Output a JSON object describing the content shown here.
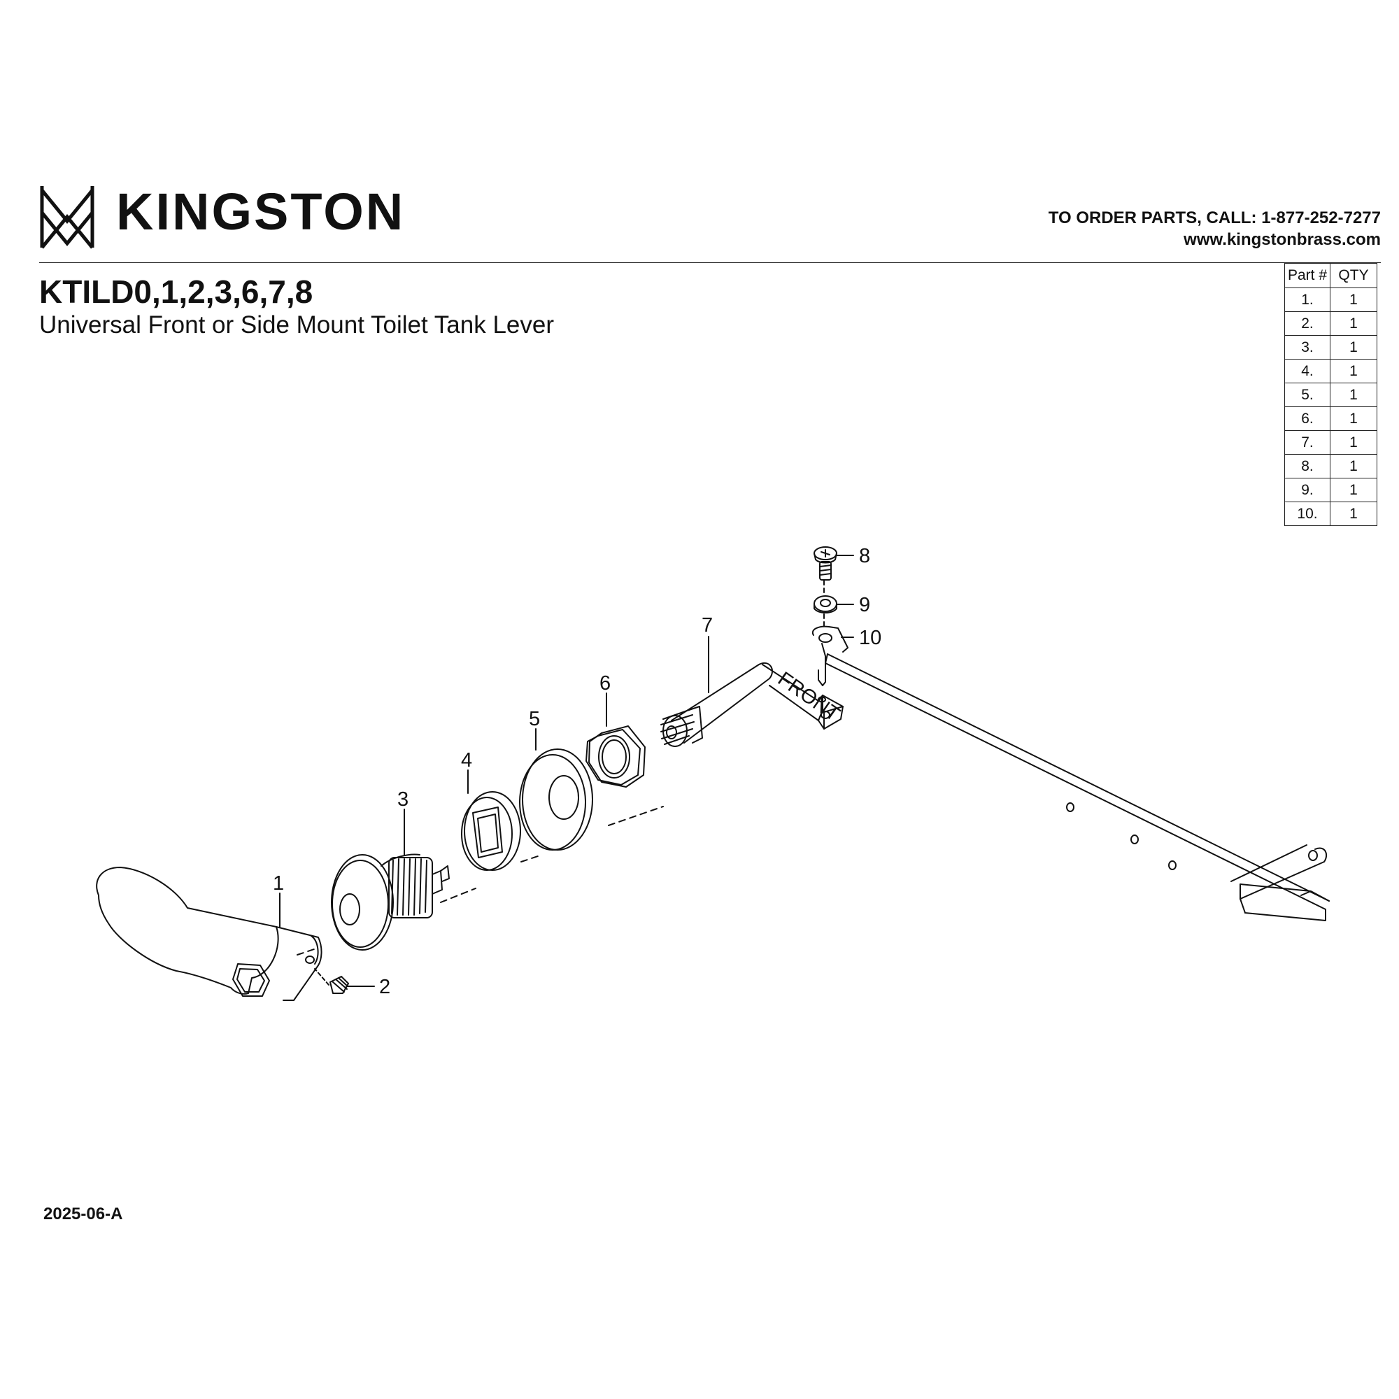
{
  "brand": {
    "name": "KINGSTON"
  },
  "contact": {
    "order_line": "TO ORDER PARTS, CALL: 1-877-252-7277",
    "website": "www.kingstonbrass.com"
  },
  "product": {
    "model": "KTILD0,1,2,3,6,7,8",
    "description": "Universal Front or Side Mount Toilet Tank Lever"
  },
  "parts_table": {
    "headers": [
      "Part #",
      "QTY"
    ],
    "rows": [
      {
        "part": "1.",
        "qty": "1"
      },
      {
        "part": "2.",
        "qty": "1"
      },
      {
        "part": "3.",
        "qty": "1"
      },
      {
        "part": "4.",
        "qty": "1"
      },
      {
        "part": "5.",
        "qty": "1"
      },
      {
        "part": "6.",
        "qty": "1"
      },
      {
        "part": "7.",
        "qty": "1"
      },
      {
        "part": "8.",
        "qty": "1"
      },
      {
        "part": "9.",
        "qty": "1"
      },
      {
        "part": "10.",
        "qty": "1"
      }
    ]
  },
  "callouts": [
    "1",
    "2",
    "3",
    "4",
    "5",
    "6",
    "7",
    "8",
    "9",
    "10"
  ],
  "arm_stamp": "FRONT",
  "revision": "2025-06-A"
}
